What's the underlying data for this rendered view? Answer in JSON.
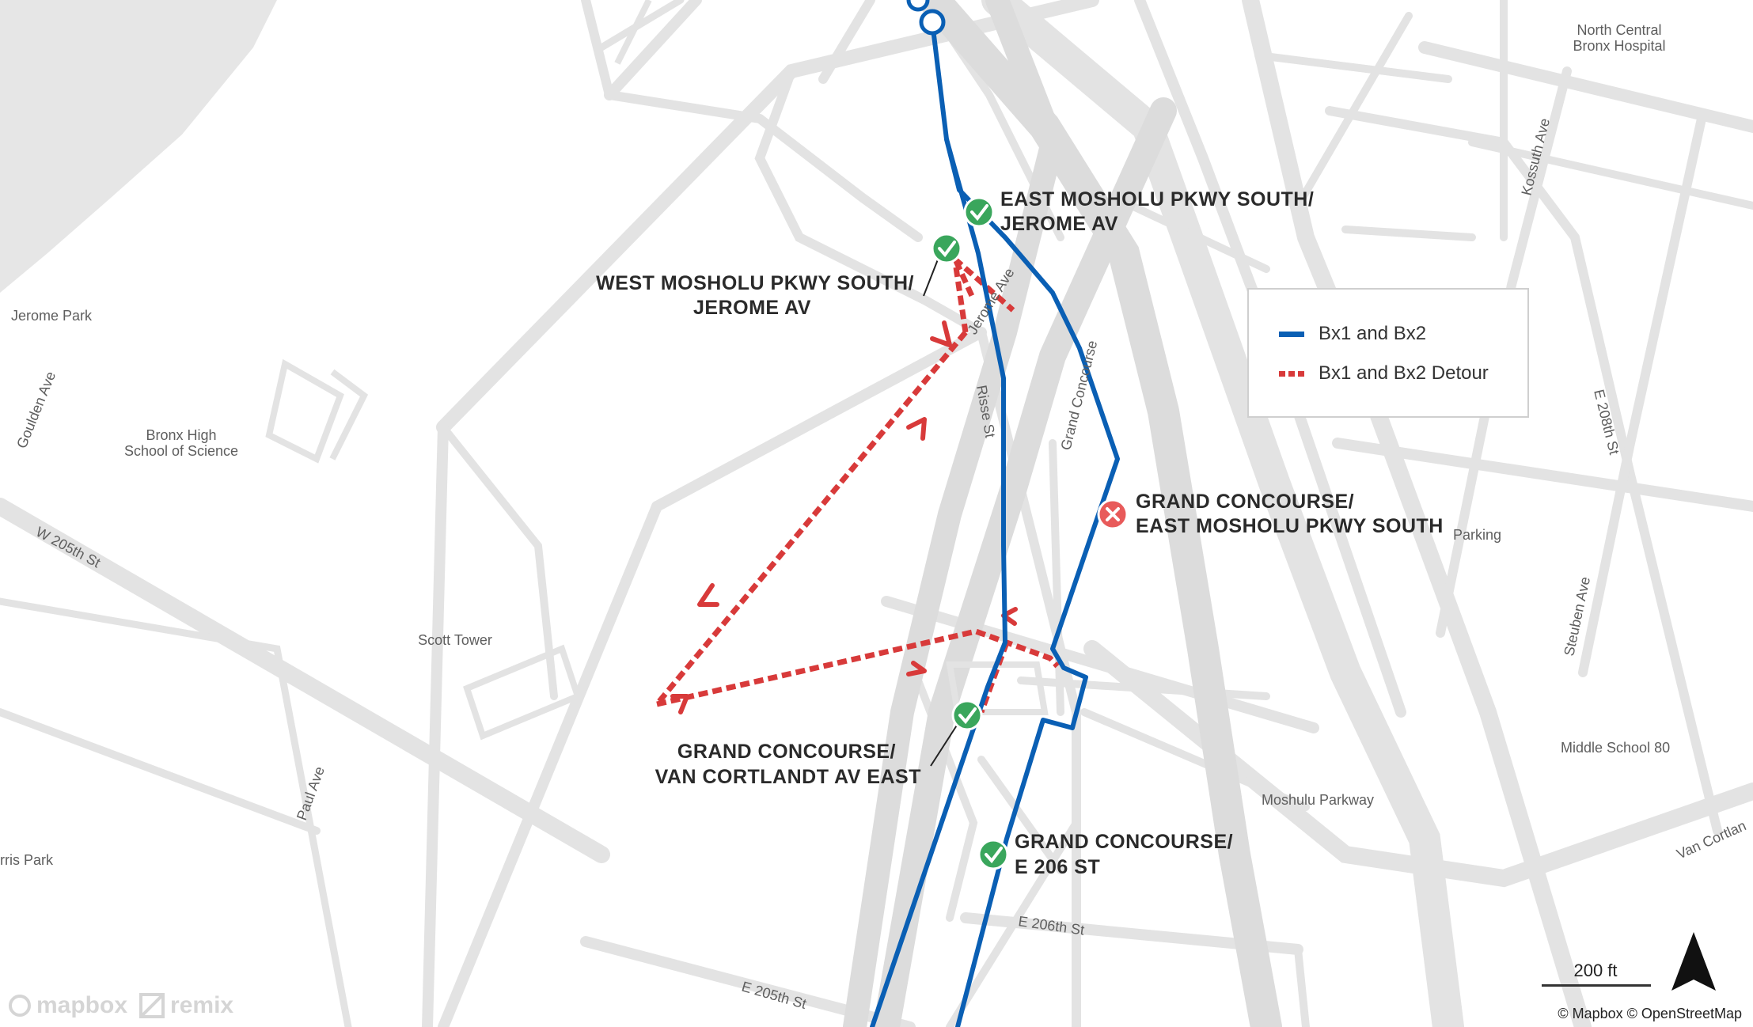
{
  "colors": {
    "route": "#0a5fb4",
    "detour": "#d83a3a",
    "stop_ok": "#3aa65c",
    "stop_closed": "#e85a5a",
    "road": "#e3e3e3",
    "water": "#e6e6e6"
  },
  "places": {
    "north_central": [
      "North Central",
      "Bronx Hospital"
    ],
    "jerome_park": "Jerome Park",
    "bronx_high": [
      "Bronx High",
      "School of Science"
    ],
    "scott_tower": "Scott Tower",
    "harris_park": "rris Park",
    "parking": "Parking",
    "middle_school": "Middle School 80",
    "mosholu_parkway": "Moshulu Parkway"
  },
  "streets": {
    "goulden": "Goulden Ave",
    "w205": "W 205th St",
    "paul": "Paul Ave",
    "jerome": "Jerome Ave",
    "risse": "Risse St",
    "grand_concourse": "Grand Concourse",
    "kossuth": "Kossuth Ave",
    "e208": "E 208th St",
    "steuben": "Steuben Ave",
    "van_cortlandt": "Van Cortlan",
    "e206": "E 206th St",
    "e205": "E 205th St"
  },
  "stops": {
    "east_mosholu": [
      "EAST MOSHOLU PKWY SOUTH/",
      "JEROME AV"
    ],
    "west_mosholu": [
      "WEST MOSHOLU PKWY SOUTH/",
      "JEROME AV"
    ],
    "gc_east_mosholu": [
      "GRAND CONCOURSE/",
      "EAST MOSHOLU PKWY SOUTH"
    ],
    "gc_van_cortlandt": [
      "GRAND CONCOURSE/",
      "VAN CORTLANDT AV EAST"
    ],
    "gc_e206": [
      "GRAND CONCOURSE/",
      "E 206 ST"
    ]
  },
  "legend": {
    "route_label": "Bx1 and Bx2",
    "detour_label": "Bx1 and Bx2 Detour"
  },
  "scale": {
    "label": "200 ft"
  },
  "attribution": "© Mapbox © OpenStreetMap",
  "logos": {
    "mapbox": "mapbox",
    "remix": "remix"
  }
}
